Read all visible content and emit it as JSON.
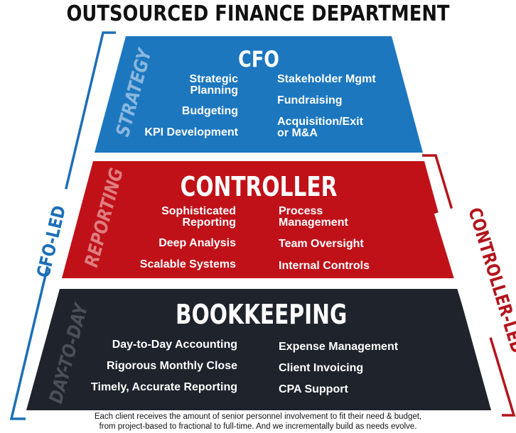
{
  "title": "OUTSOURCED FINANCE DEPARTMENT",
  "colors": {
    "cfo": "#1c77bf",
    "controller": "#c01119",
    "bookkeeping": "#1e232c",
    "bracket_blue": "#1d6fb6",
    "bracket_red": "#b3141c"
  },
  "tiers": {
    "cfo": {
      "title": "CFO",
      "side_label": "STRATEGY",
      "left": [
        "Strategic\nPlanning",
        "Budgeting",
        "KPI Development"
      ],
      "right": [
        "Stakeholder Mgmt",
        "Fundraising",
        "Acquisition/Exit\nor M&A"
      ]
    },
    "controller": {
      "title": "CONTROLLER",
      "side_label": "REPORTING",
      "left": [
        "Sophisticated\nReporting",
        "Deep Analysis",
        "Scalable Systems"
      ],
      "right": [
        "Process\nManagement",
        "Team Oversight",
        "Internal Controls"
      ]
    },
    "bookkeeping": {
      "title": "BOOKKEEPING",
      "side_label": "DAY-TO-DAY",
      "left": [
        "Day-to-Day Accounting",
        "Rigorous Monthly Close",
        "Timely, Accurate Reporting"
      ],
      "right": [
        "Expense Management",
        "Client Invoicing",
        "CPA Support"
      ]
    }
  },
  "brackets": {
    "cfo_led": "CFO-LED",
    "controller_led": "CONTROLLER-LED"
  },
  "footer": {
    "line1": "Each client receives the amount of senior personnel involvement to fit their need & budget,",
    "line2": "from project-based to fractional to full-time. And we incrementally build as needs evolve."
  }
}
